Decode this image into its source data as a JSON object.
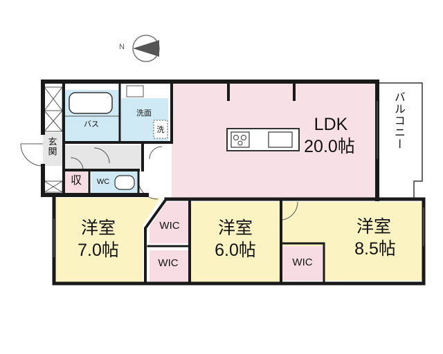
{
  "compass": {
    "north_label": "N"
  },
  "rooms": {
    "ldk": {
      "name": "LDK",
      "size": "20.0帖"
    },
    "western1": {
      "name": "洋室",
      "size": "7.0帖"
    },
    "western2": {
      "name": "洋室",
      "size": "6.0帖"
    },
    "western3": {
      "name": "洋室",
      "size": "8.5帖"
    },
    "balcony": "バルコニー",
    "bath": "バス",
    "washroom": "洗面",
    "washer": "洗",
    "entrance": "玄関",
    "storage": "収",
    "wc": "WC",
    "wic1": "WIC",
    "wic2": "WIC",
    "wic3": "WIC"
  },
  "colors": {
    "ldk": "#f8e1e6",
    "western": "#fbf3c2",
    "wic": "#f7dde3",
    "wet": "#cfeaf5",
    "hall": "#e6e6e6",
    "wall": "#1a1a1a"
  }
}
